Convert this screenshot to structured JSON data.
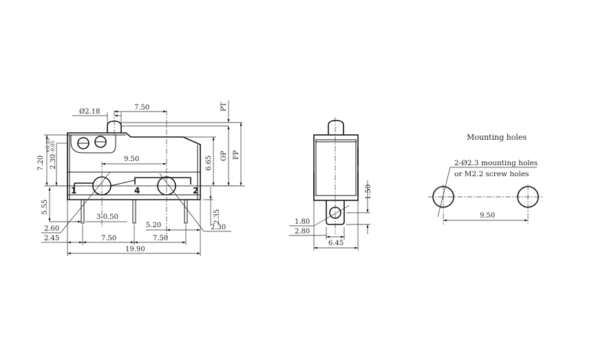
{
  "drawing": {
    "front_view": {
      "dimensions": {
        "plunger_dia": "Ø2.18",
        "plunger_offset": "7.50",
        "mount_hole_spacing": "9.50",
        "height_total": "7.20",
        "hole_height": "2.30",
        "hole_tol_plus": "+0.10",
        "hole_tol_minus": "-0.05",
        "op_height": "6.65",
        "op": "OP",
        "fp": "FP",
        "pt": "PT",
        "pin_length": "5.55",
        "pin_width": "3-0.50",
        "hole_dia_a": "2.60",
        "edge_to_pin": "2.45",
        "pin_pitch_1": "7.50",
        "pin_pitch_2": "7.50",
        "hole_to_edge": "5.20",
        "hole_dia_b": "2.30",
        "pin_protrude": "2.35",
        "overall_length": "19.90"
      },
      "terminals": [
        "1",
        "4",
        "2"
      ]
    },
    "side_view": {
      "dimensions": {
        "pin_tab_height": "1.50",
        "tab_hole_dia": "1.80",
        "tab_width": "2.80",
        "body_width": "6.45"
      }
    },
    "mounting_holes": {
      "title": "Mounting holes",
      "note_line1": "2-Ø2.3 mounting holes",
      "note_line2": "or M2.2 screw holes",
      "spacing": "9.50"
    }
  }
}
